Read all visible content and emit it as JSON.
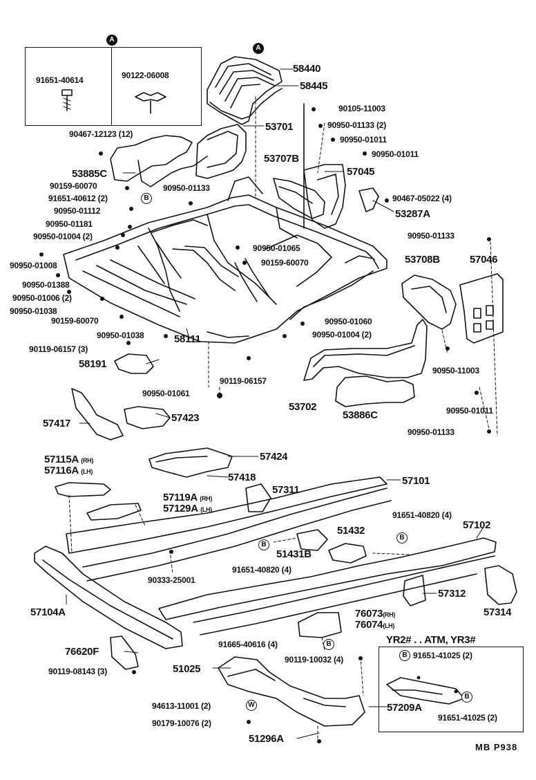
{
  "inset_top": {
    "marker": "A",
    "left_part": "91651-40614",
    "right_part": "90122-06008"
  },
  "labels": [
    {
      "id": "p58440",
      "text": "58440"
    },
    {
      "id": "p58445",
      "text": "58445"
    },
    {
      "id": "p53701",
      "text": "53701"
    },
    {
      "id": "p90467_12123",
      "text": "90467-12123 (12)"
    },
    {
      "id": "p53885C",
      "text": "53885C"
    },
    {
      "id": "p90159_60070a",
      "text": "90159-60070"
    },
    {
      "id": "p91651_40612",
      "text": "91651-40612 (2)"
    },
    {
      "id": "p90950_01112",
      "text": "90950-01112"
    },
    {
      "id": "p90950_01181",
      "text": "90950-01181"
    },
    {
      "id": "p90950_01004a",
      "text": "90950-01004 (2)"
    },
    {
      "id": "p90950_01008",
      "text": "90950-01008"
    },
    {
      "id": "p90950_01388",
      "text": "90950-01388"
    },
    {
      "id": "p90950_01006",
      "text": "90950-01006 (2)"
    },
    {
      "id": "p90950_01038a",
      "text": "90950-01038"
    },
    {
      "id": "p90159_60070b",
      "text": "90159-60070"
    },
    {
      "id": "p90950_01038b",
      "text": "90950-01038"
    },
    {
      "id": "p90119_06157a",
      "text": "90119-06157 (3)"
    },
    {
      "id": "p58191",
      "text": "58191"
    },
    {
      "id": "p58111",
      "text": "58111"
    },
    {
      "id": "p90119_06157b",
      "text": "90119-06157"
    },
    {
      "id": "p90950_01061",
      "text": "90950-01061"
    },
    {
      "id": "p90950_01133a",
      "text": "90950-01133"
    },
    {
      "id": "p90950_01065",
      "text": "90950-01065"
    },
    {
      "id": "p90159_60070c",
      "text": "90159-60070"
    },
    {
      "id": "p90105_11003",
      "text": "90105-11003"
    },
    {
      "id": "p90950_01133b",
      "text": "90950-01133 (2)"
    },
    {
      "id": "p90950_01011a",
      "text": "90950-01011"
    },
    {
      "id": "p90950_01011b",
      "text": "90950-01011"
    },
    {
      "id": "p53707B",
      "text": "53707B"
    },
    {
      "id": "p57045",
      "text": "57045"
    },
    {
      "id": "p90467_05022",
      "text": "90467-05022 (4)"
    },
    {
      "id": "p53287A",
      "text": "53287A"
    },
    {
      "id": "p90950_01133c",
      "text": "90950-01133"
    },
    {
      "id": "p53708B",
      "text": "53708B"
    },
    {
      "id": "p57046",
      "text": "57046"
    },
    {
      "id": "p90950_01060",
      "text": "90950-01060"
    },
    {
      "id": "p90950_01004b",
      "text": "90950-01004 (2)"
    },
    {
      "id": "p90950_11003",
      "text": "90950-11003"
    },
    {
      "id": "p90950_01011c",
      "text": "90950-01011"
    },
    {
      "id": "p90950_01133d",
      "text": "90950-01133"
    },
    {
      "id": "p53702",
      "text": "53702"
    },
    {
      "id": "p53886C",
      "text": "53886C"
    },
    {
      "id": "p57417",
      "text": "57417"
    },
    {
      "id": "p57423",
      "text": "57423"
    },
    {
      "id": "p57424",
      "text": "57424"
    },
    {
      "id": "p57418",
      "text": "57418"
    },
    {
      "id": "p57311",
      "text": "57311"
    },
    {
      "id": "p57101",
      "text": "57101"
    },
    {
      "id": "p91651_40820a",
      "text": "91651-40820 (4)"
    },
    {
      "id": "p51432",
      "text": "51432"
    },
    {
      "id": "p51431B",
      "text": "51431B"
    },
    {
      "id": "p91651_40820b",
      "text": "91651-40820 (4)"
    },
    {
      "id": "p57102",
      "text": "57102"
    },
    {
      "id": "p90333_25001",
      "text": "90333-25001"
    },
    {
      "id": "p57104A",
      "text": "57104A"
    },
    {
      "id": "p57312",
      "text": "57312"
    },
    {
      "id": "p57314",
      "text": "57314"
    },
    {
      "id": "p91665_40616",
      "text": "91665-40616 (4)"
    },
    {
      "id": "p76620F",
      "text": "76620F"
    },
    {
      "id": "p90119_08143",
      "text": "90119-08143 (3)"
    },
    {
      "id": "p51025",
      "text": "51025"
    },
    {
      "id": "p90119_10032",
      "text": "90119-10032 (4)"
    },
    {
      "id": "p94613_11001",
      "text": "94613-11001 (2)"
    },
    {
      "id": "p90179_10076",
      "text": "90179-10076 (2)"
    },
    {
      "id": "p51296A",
      "text": "51296A"
    }
  ],
  "side_labels": {
    "p57115A": {
      "part": "57115A",
      "side": "(RH)"
    },
    "p57116A": {
      "part": "57116A",
      "side": "(LH)"
    },
    "p57119A": {
      "part": "57119A",
      "side": "(RH)"
    },
    "p57129A": {
      "part": "57129A",
      "side": "(LH)"
    },
    "p76073": {
      "part": "76073",
      "side": "(RH)"
    },
    "p76074": {
      "part": "76074",
      "side": "(LH)"
    }
  },
  "inset_bottom": {
    "title": "YR2# . . ATM, YR3#",
    "part_top": "91651-41025 (2)",
    "part_main": "57209A",
    "part_bottom": "91651-41025 (2)"
  },
  "markers": {
    "A": "A",
    "B": "B",
    "W": "W"
  },
  "footer_code": "MB  P938"
}
